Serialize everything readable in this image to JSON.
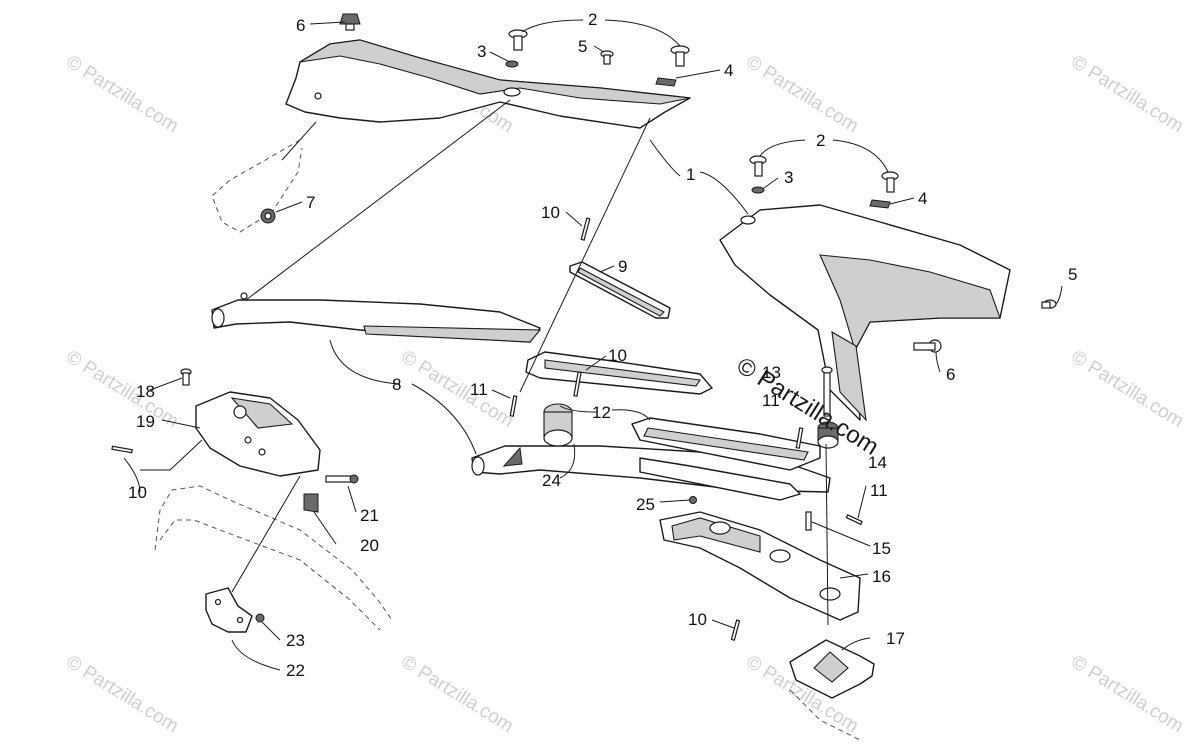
{
  "watermark": {
    "text": "© Partzilla.com",
    "stamp_text": "© Partzilla.com"
  },
  "callouts": [
    {
      "id": "c1",
      "label": "1"
    },
    {
      "id": "c2a",
      "label": "2"
    },
    {
      "id": "c2b",
      "label": "2"
    },
    {
      "id": "c3a",
      "label": "3"
    },
    {
      "id": "c3b",
      "label": "3"
    },
    {
      "id": "c4a",
      "label": "4"
    },
    {
      "id": "c4b",
      "label": "4"
    },
    {
      "id": "c5a",
      "label": "5"
    },
    {
      "id": "c5b",
      "label": "5"
    },
    {
      "id": "c6a",
      "label": "6"
    },
    {
      "id": "c6b",
      "label": "6"
    },
    {
      "id": "c7",
      "label": "7"
    },
    {
      "id": "c8",
      "label": "8"
    },
    {
      "id": "c9",
      "label": "9"
    },
    {
      "id": "c10a",
      "label": "10"
    },
    {
      "id": "c10b",
      "label": "10"
    },
    {
      "id": "c10c",
      "label": "10"
    },
    {
      "id": "c10d",
      "label": "10"
    },
    {
      "id": "c11a",
      "label": "11"
    },
    {
      "id": "c11b",
      "label": "11"
    },
    {
      "id": "c11c",
      "label": "11"
    },
    {
      "id": "c12",
      "label": "12"
    },
    {
      "id": "c13",
      "label": "13"
    },
    {
      "id": "c14",
      "label": "14"
    },
    {
      "id": "c15",
      "label": "15"
    },
    {
      "id": "c16",
      "label": "16"
    },
    {
      "id": "c17",
      "label": "17"
    },
    {
      "id": "c18",
      "label": "18"
    },
    {
      "id": "c19",
      "label": "19"
    },
    {
      "id": "c20",
      "label": "20"
    },
    {
      "id": "c21",
      "label": "21"
    },
    {
      "id": "c22",
      "label": "22"
    },
    {
      "id": "c23",
      "label": "23"
    },
    {
      "id": "c24",
      "label": "24"
    },
    {
      "id": "c25",
      "label": "25"
    }
  ]
}
